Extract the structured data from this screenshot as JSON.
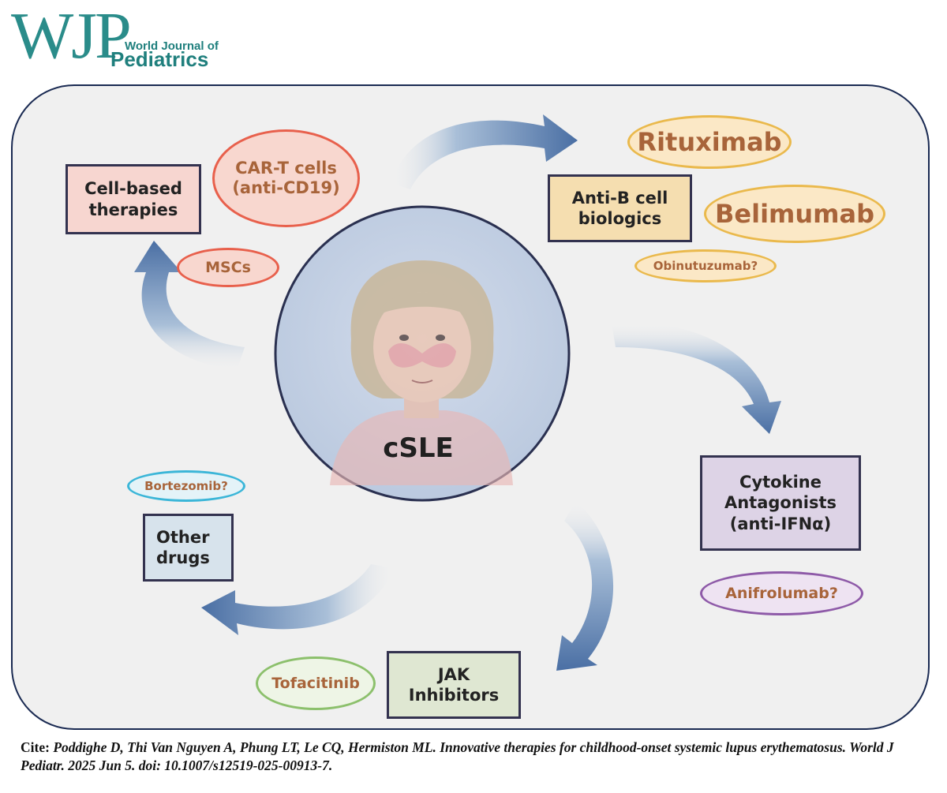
{
  "header": {
    "logo_abbr": "WJP",
    "logo_line1": "World Journal of",
    "logo_line2": "Pediatrics"
  },
  "diagram": {
    "center_label": "cSLE",
    "boxes": {
      "cell_based": "Cell-based\ntherapies",
      "anti_b": "Anti-B cell\nbiologics",
      "cytokine": "Cytokine\nAntagonists\n(anti-IFNα)",
      "jak": "JAK\nInhibitors",
      "other": "Other\ndrugs"
    },
    "drugs": {
      "car_t": "CAR-T cells\n(anti-CD19)",
      "mscs": "MSCs",
      "rituximab": "Rituximab",
      "belimumab": "Belimumab",
      "obinutuzumab": "Obinutuzumab?",
      "anifrolumab": "Anifrolumab?",
      "tofacitinib": "Tofacitinib",
      "bortezomib": "Bortezomib?"
    },
    "colors": {
      "cell_based_fill": "#f7d6d0",
      "anti_b_fill": "#f5deb0",
      "cytokine_fill": "#ddd3e6",
      "jak_fill": "#dfe7d2",
      "other_fill": "#d7e3ec",
      "red_outline": "#e8604c",
      "orange_outline": "#eab94c",
      "purple_outline": "#8e5aa8",
      "green_outline": "#8cc06c",
      "cyan_outline": "#3bb6d8",
      "drug_text": "#a8643a",
      "arrow": "#4e73a8"
    }
  },
  "citation": {
    "label": "Cite:",
    "text": "Poddighe D, Thi Van Nguyen A, Phung LT, Le CQ, Hermiston ML. Innovative therapies for childhood-onset systemic lupus erythematosus. World J Pediatr. 2025 Jun 5. doi: 10.1007/s12519-025-00913-7."
  }
}
